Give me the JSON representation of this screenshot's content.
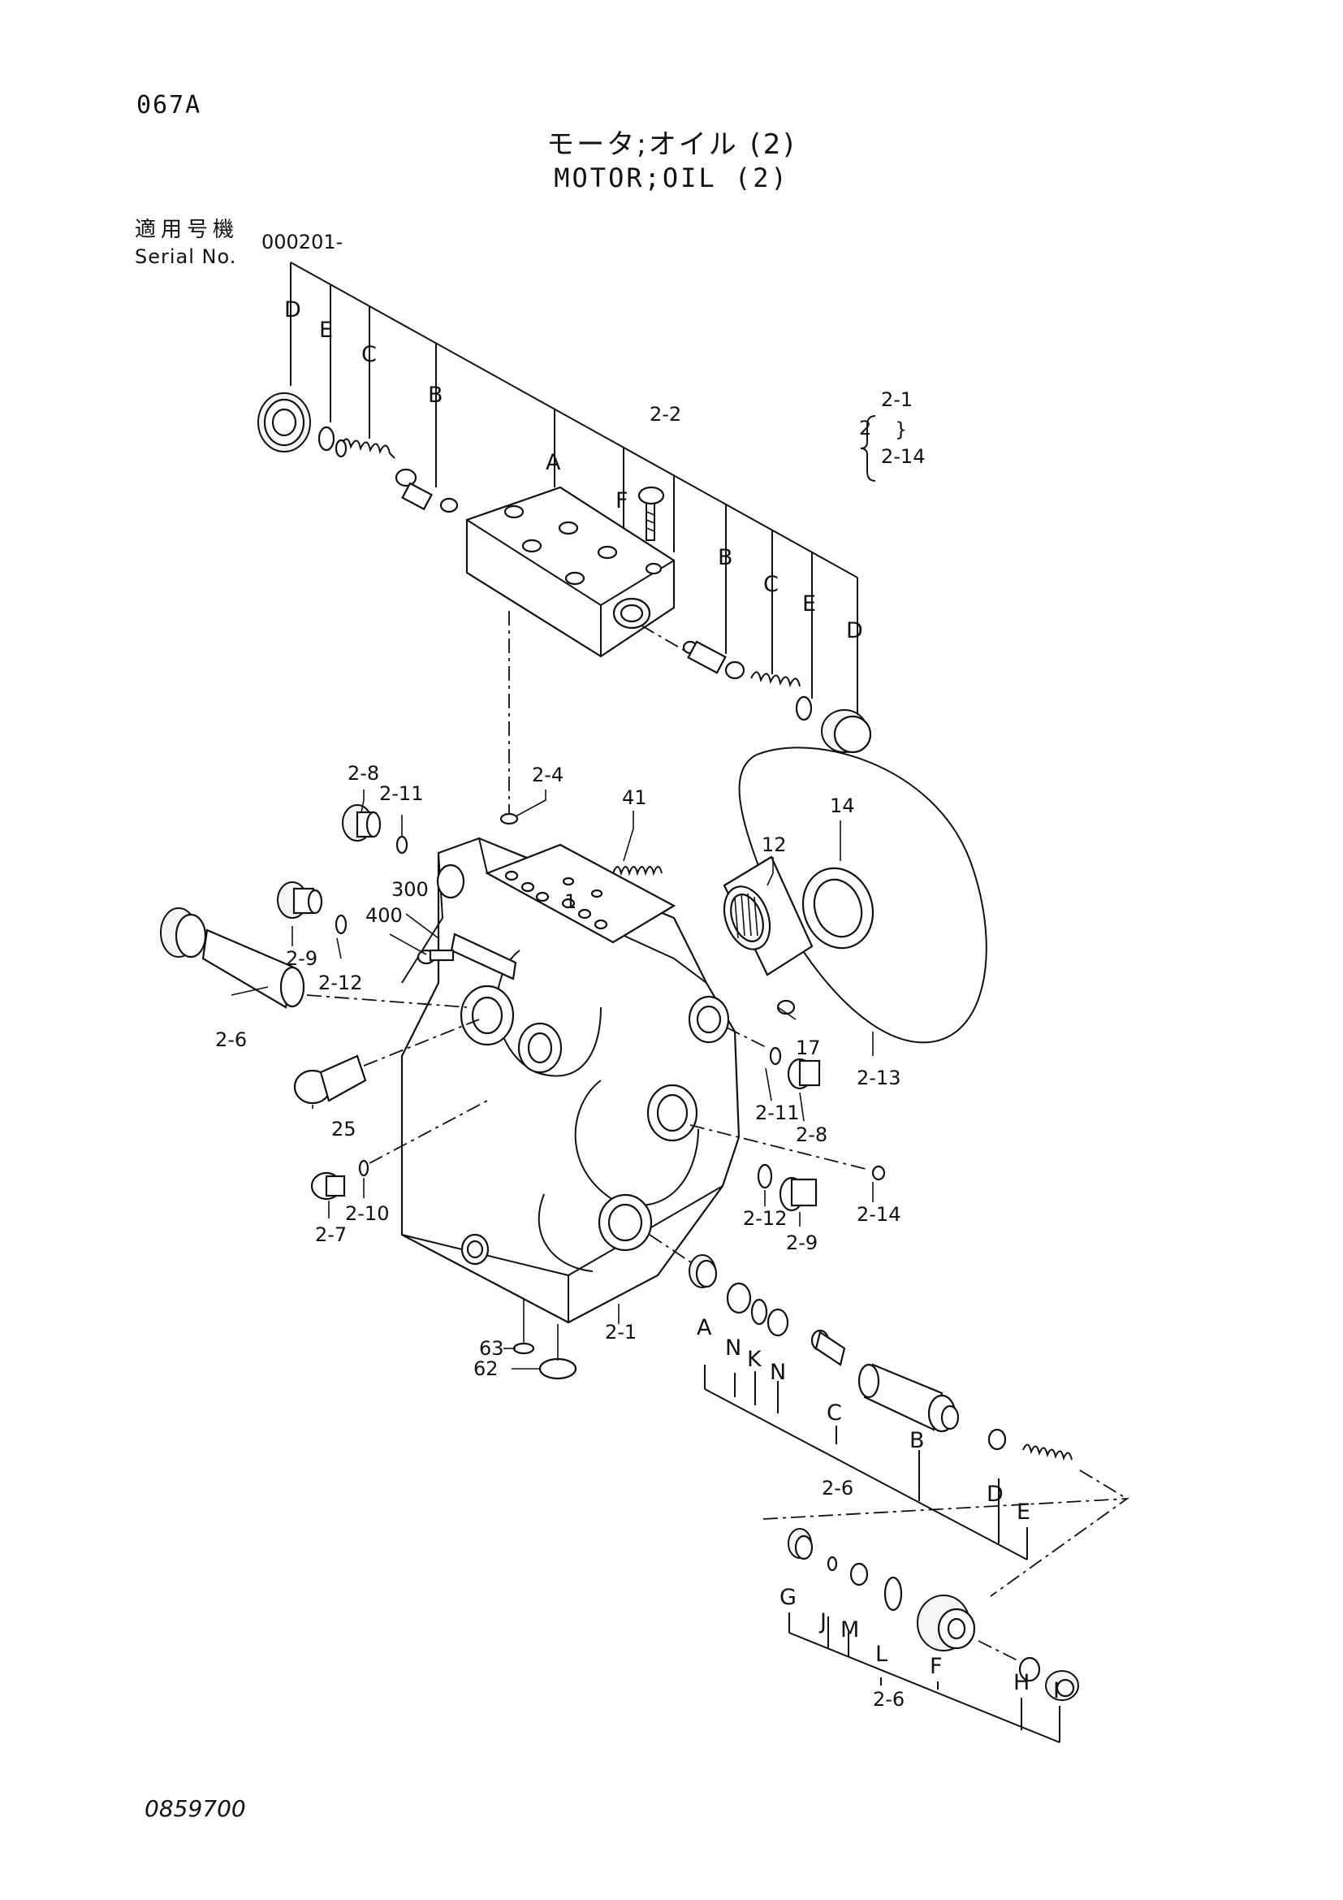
{
  "page_code": "067A",
  "title_jp": "モータ;オイル (2)",
  "title_en": "MOTOR;OIL (2)",
  "serial_label_jp": "適用号機",
  "serial_label_en": "Serial No.",
  "serial_value": "000201-",
  "drawing_number": "0859700",
  "group_note": {
    "parent": "2",
    "from": "2-1",
    "tilde": "}",
    "to": "2-14"
  },
  "labels": {
    "top_D": "D",
    "top_E": "E",
    "top_C": "C",
    "top_B": "B",
    "top_A": "A",
    "top_F": "F",
    "top_22": "2-2",
    "right_B": "B",
    "right_C": "C",
    "right_E": "E",
    "right_D": "D",
    "l_2_8a": "2-8",
    "l_2_11a": "2-11",
    "l_2_4": "2-4",
    "l_41": "41",
    "l_14": "14",
    "l_12": "12",
    "l_300": "300",
    "l_400": "400",
    "l_1": "1",
    "l_2_9a": "2-9",
    "l_2_12a": "2-12",
    "l_2_6a": "2-6",
    "l_25": "25",
    "l_17": "17",
    "l_2_13": "2-13",
    "l_2_11b": "2-11",
    "l_2_8b": "2-8",
    "l_2_10": "2-10",
    "l_2_7": "2-7",
    "l_2_14": "2-14",
    "l_2_12b": "2-12",
    "l_2_9b": "2-9",
    "l_63": "63",
    "l_62": "62",
    "l_2_1": "2-1",
    "b_A": "A",
    "b_N1": "N",
    "b_K": "K",
    "b_N2": "N",
    "b_C": "C",
    "b_B": "B",
    "b_2_6": "2-6",
    "b_D": "D",
    "b_E": "E",
    "g_G": "G",
    "g_J": "J",
    "g_M": "M",
    "g_L": "L",
    "g_F": "F",
    "g_2_6": "2-6",
    "g_H": "H",
    "g_I": "I"
  }
}
